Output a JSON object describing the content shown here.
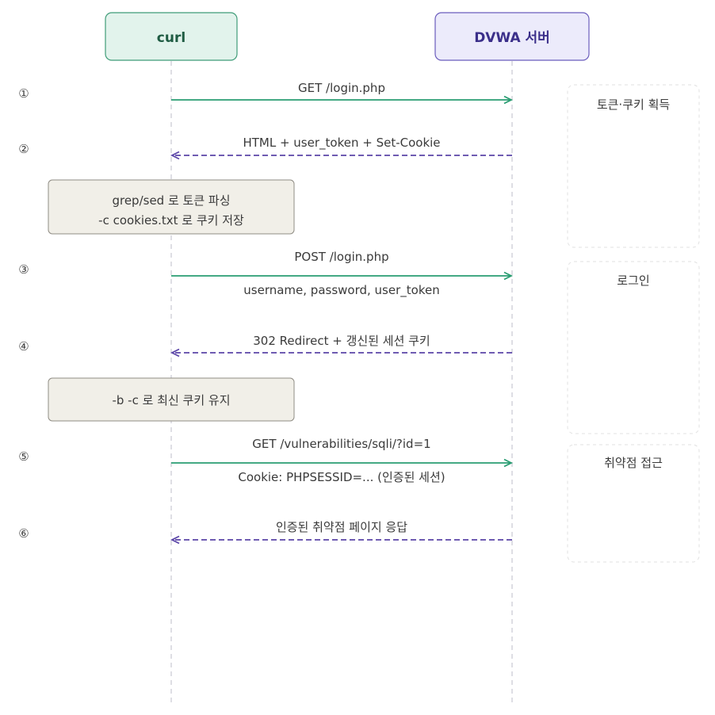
{
  "participants": {
    "client": {
      "label": "curl"
    },
    "server": {
      "label": "DVWA 서버"
    }
  },
  "steps": [
    {
      "num": "①",
      "lines": [
        "GET /login.php"
      ],
      "direction": "request"
    },
    {
      "num": "②",
      "lines": [
        "HTML + user_token + Set-Cookie"
      ],
      "direction": "response"
    },
    {
      "num": "③",
      "lines": [
        "POST /login.php",
        "username, password, user_token"
      ],
      "direction": "request"
    },
    {
      "num": "④",
      "lines": [
        "302 Redirect + 갱신된 세션 쿠키"
      ],
      "direction": "response"
    },
    {
      "num": "⑤",
      "lines": [
        "GET /vulnerabilities/sqli/?id=1",
        "Cookie: PHPSESSID=... (인증된 세션)"
      ],
      "direction": "request"
    },
    {
      "num": "⑥",
      "lines": [
        "인증된 취약점 페이지 응답"
      ],
      "direction": "response"
    }
  ],
  "notes": [
    {
      "lines": [
        "grep/sed 로 토큰 파싱",
        "-c cookies.txt 로 쿠키 저장"
      ]
    },
    {
      "lines": [
        "-b -c 로 최신 쿠키 유지"
      ]
    }
  ],
  "phases": [
    {
      "label": "토큰·쿠키 획득"
    },
    {
      "label": "로그인"
    },
    {
      "label": "취약점 접근"
    }
  ],
  "colors": {
    "request_arrow": "#2a9d72",
    "response_arrow": "#5b45a8",
    "client_fill": "#e2f3ec",
    "client_stroke": "#3f9c78",
    "client_text": "#1f5c43",
    "server_fill": "#ecebfb",
    "server_stroke": "#6a5cbc",
    "server_text": "#3b2f8a",
    "note_fill": "#f1efe8",
    "note_stroke": "#8f8c84",
    "lifeline": "#c9c9d2",
    "phase_border": "#e2e2e2",
    "text": "#3a3a3a"
  }
}
